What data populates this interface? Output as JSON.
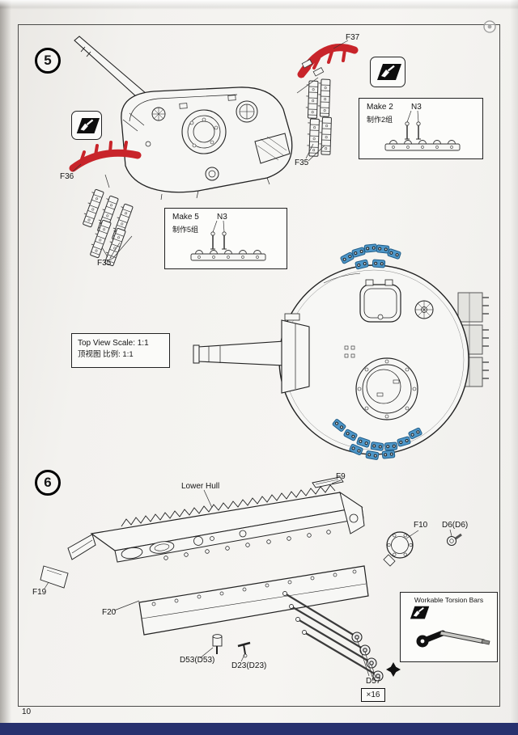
{
  "page": {
    "number": "10"
  },
  "step5": {
    "badge": "5",
    "labels": {
      "f37": "F37",
      "f35_right": "F35",
      "f36": "F36",
      "f35_left": "F35"
    },
    "make2": {
      "line1": "Make 2",
      "line2": "制作2组",
      "part": "N3"
    },
    "make5": {
      "line1": "Make 5",
      "line2": "制作5组",
      "part": "N3"
    },
    "scale_box": {
      "line1": "Top View Scale: 1:1",
      "line2": "顶视图 比例: 1:1"
    }
  },
  "step6": {
    "badge": "6",
    "labels": {
      "lower_hull": "Lower Hull",
      "f9": "F9",
      "f10": "F10",
      "d6": "D6(D6)",
      "f19": "F19",
      "f20": "F20",
      "d53": "D53(D53)",
      "d23": "D23(D23)",
      "d57": "D57"
    },
    "quantity": "×16",
    "torsion_box": {
      "title": "Workable Torsion Bars"
    }
  },
  "icons": {
    "cement_brush": "paint-brush-on-black-parallelogram",
    "movable_star": "four-pointed-star",
    "corner_emblem": "circle-mark"
  },
  "colors": {
    "accent_red": "#c8242a",
    "part_blue": "#4e97c9",
    "footer_bar": "#27316e",
    "paper": "#f3f2ef",
    "ink": "#222222"
  }
}
